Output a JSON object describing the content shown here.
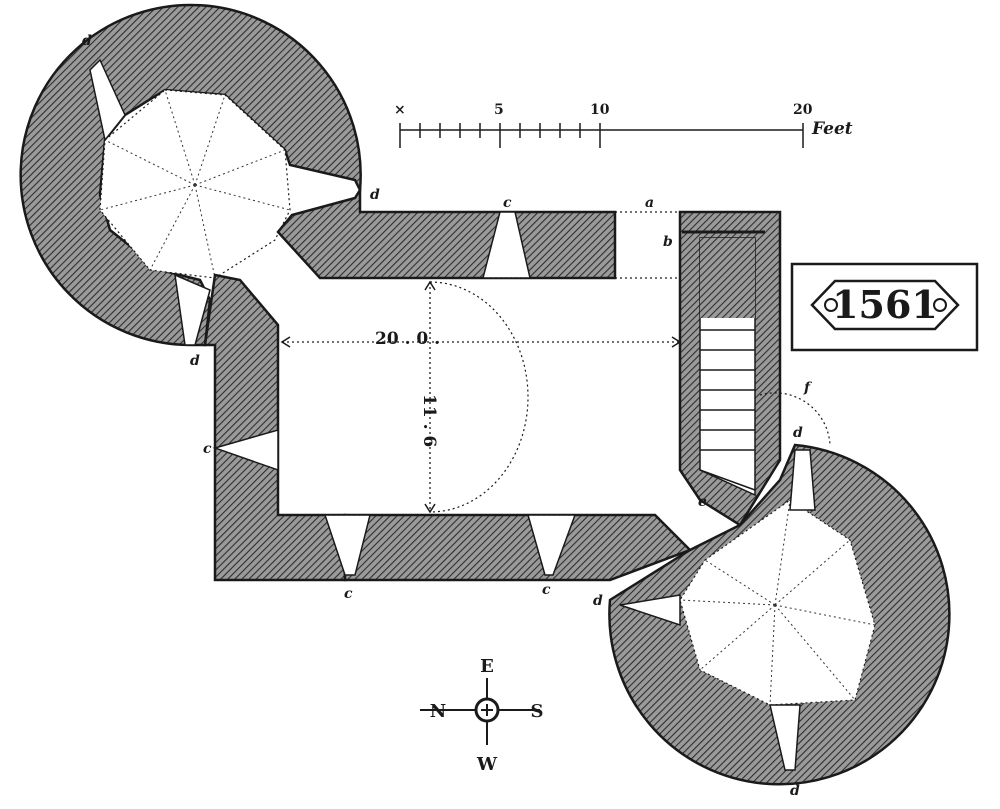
{
  "scale": {
    "ticks": [
      "×",
      "5",
      "10",
      "20"
    ],
    "unit": "Feet"
  },
  "dimensions": {
    "width": "20 . 0 .",
    "depth": "11 . 6"
  },
  "date_stone": {
    "text": "1561"
  },
  "compass": {
    "east": "E",
    "west": "W",
    "north": "N",
    "south": "S"
  },
  "labels": {
    "a": "a",
    "b": "b",
    "c": "c",
    "d": "d",
    "e": "e",
    "f": "f"
  },
  "colors": {
    "ink": "#1a1a1a",
    "hatch": "#444444",
    "wall_fill": "#8a8a8a"
  }
}
